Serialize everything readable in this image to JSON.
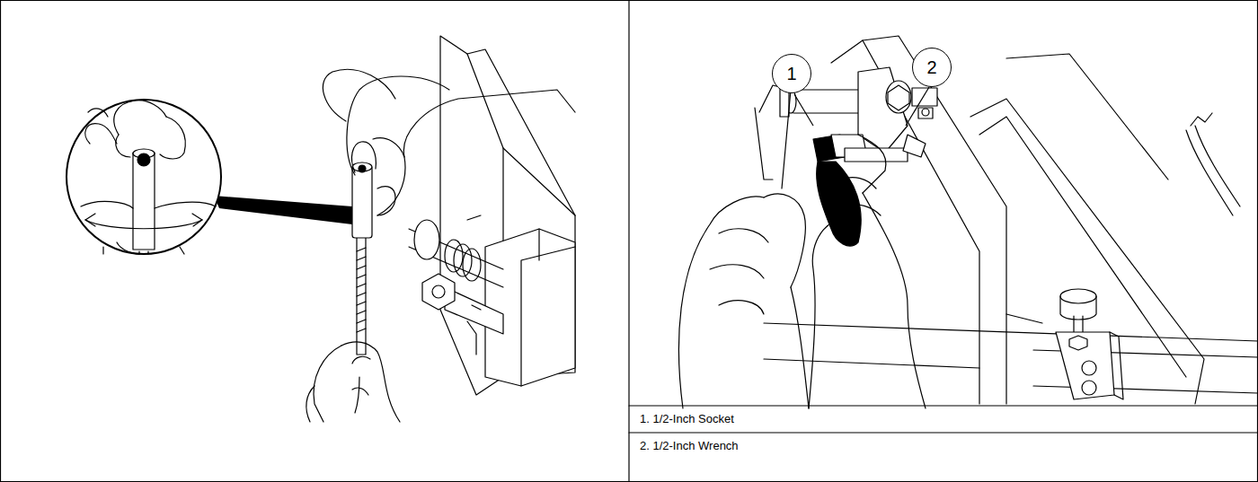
{
  "diagram": {
    "nodes": [
      {
        "text": [
          "1"
        ]
      },
      {
        "text": [
          "2"
        ]
      }
    ],
    "labels": [
      "1. 1/2-Inch Socket",
      "2. 1/2-Inch Wrench"
    ]
  }
}
